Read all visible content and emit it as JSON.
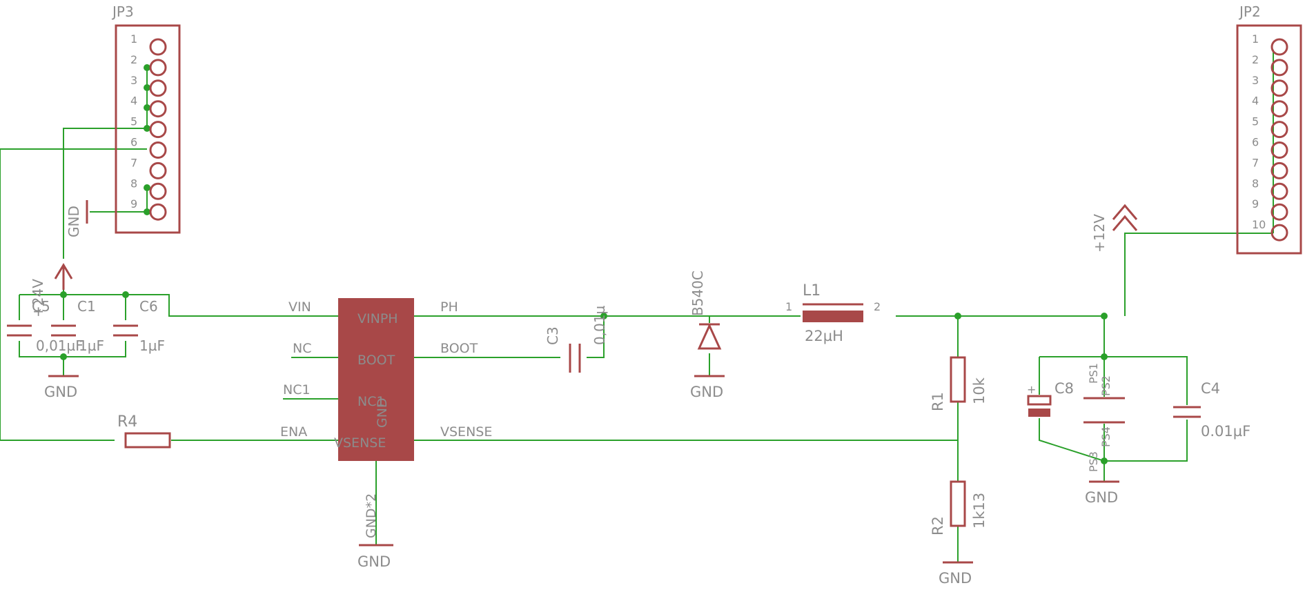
{
  "colors": {
    "wire": "#2aa02a",
    "component": "#a84848",
    "label": "#8c8c8c",
    "background": "#ffffff"
  },
  "connectors": {
    "jp3": {
      "name": "JP3",
      "pins": [
        "1",
        "2",
        "3",
        "4",
        "5",
        "6",
        "7",
        "8",
        "9"
      ]
    },
    "jp2": {
      "name": "JP2",
      "pins": [
        "1",
        "2",
        "3",
        "4",
        "5",
        "6",
        "7",
        "8",
        "9",
        "10"
      ]
    }
  },
  "supplies": {
    "vin": "+24V",
    "vout": "+12V",
    "gnd": "GND"
  },
  "input_caps": [
    {
      "ref": "C5",
      "value": "0,01µF"
    },
    {
      "ref": "C1",
      "value": "1µF"
    },
    {
      "ref": "C6",
      "value": "1µF"
    }
  ],
  "ic": {
    "left_pins": [
      "VIN",
      "NC",
      "NC1",
      "ENA"
    ],
    "right_pins": [
      "PH",
      "BOOT",
      "VSENSE"
    ],
    "body_labels": [
      "VINPH",
      "BOOT",
      "NC1",
      "VSENSE",
      "GND"
    ],
    "bottom_pin": "GND*2"
  },
  "c3": {
    "ref": "C3",
    "value": "0,01µ"
  },
  "diode": {
    "ref": "B540C"
  },
  "inductor": {
    "ref": "L1",
    "value": "22µH",
    "pin1": "1",
    "pin2": "2"
  },
  "r4": {
    "ref": "R4"
  },
  "r1": {
    "ref": "R1",
    "value": "10k"
  },
  "r2": {
    "ref": "R2",
    "value": "1k13"
  },
  "c8": {
    "ref": "C8",
    "plus": "+"
  },
  "c4": {
    "ref": "C4",
    "value": "0.01µF"
  },
  "ps_labels": [
    "PS1",
    "PS2",
    "PS3",
    "PS4"
  ]
}
